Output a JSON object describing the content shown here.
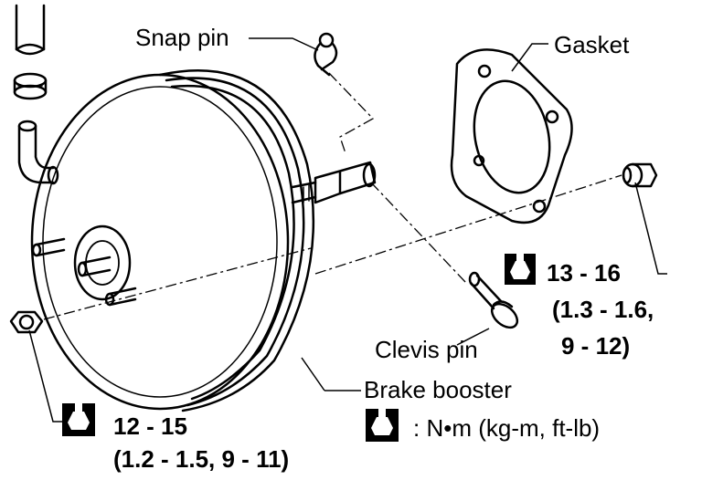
{
  "labels": {
    "snap_pin": "Snap pin",
    "gasket": "Gasket",
    "clevis_pin": "Clevis pin",
    "brake_booster": "Brake booster"
  },
  "torque_right": {
    "line1": "13 - 16",
    "line2": "(1.3 - 1.6,",
    "line3": "9 - 12)"
  },
  "torque_left": {
    "line1": "12 - 15",
    "line2": "(1.2 - 1.5, 9 - 11)"
  },
  "legend": {
    "text": ": N•m (kg-m, ft-lb)"
  },
  "icons": [
    "wrench-symbol-icon"
  ]
}
